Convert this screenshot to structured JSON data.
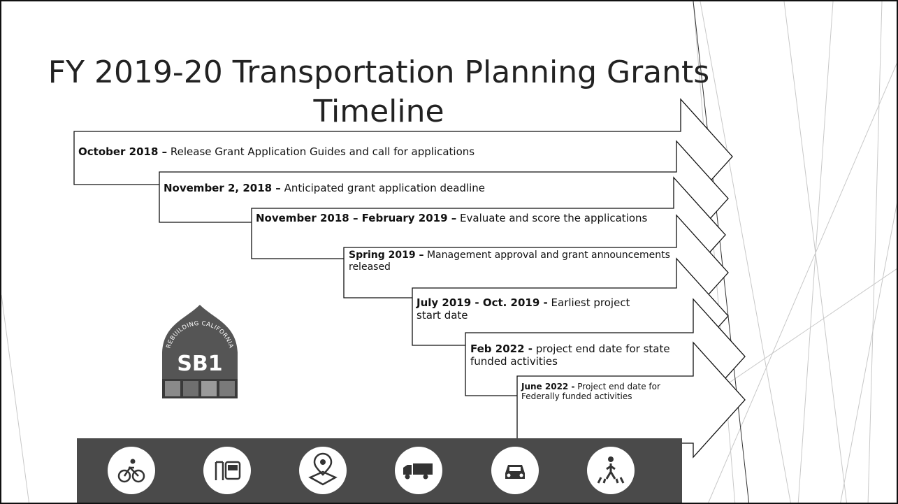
{
  "slide": {
    "title_line1": "FY 2019-20 Transportation Planning Grants",
    "title_line2": "Timeline"
  },
  "timeline": [
    {
      "date": "October 2018 –",
      "text": " Release Grant Application Guides and call for applications"
    },
    {
      "date": "November 2, 2018 –",
      "text": " Anticipated grant application deadline"
    },
    {
      "date": "November 2018 – February 2019 –",
      "text": " Evaluate and score the applications"
    },
    {
      "date": "Spring 2019 –",
      "text": " Management approval and grant announcements released"
    },
    {
      "date": "July 2019 - Oct. 2019 -",
      "text": " Earliest project start date"
    },
    {
      "date": "Feb 2022 -",
      "text": " project end date for state funded activities"
    },
    {
      "date": "June 2022 -",
      "text": " Project end date for Federally  funded activities"
    }
  ],
  "logo": {
    "arc_text": "REBUILDING CALIFORNIA",
    "label": "SB1"
  },
  "icons": [
    "bicycle-icon",
    "bus-stop-icon",
    "map-pin-icon",
    "truck-icon",
    "car-icon",
    "pedestrian-crossing-icon"
  ]
}
